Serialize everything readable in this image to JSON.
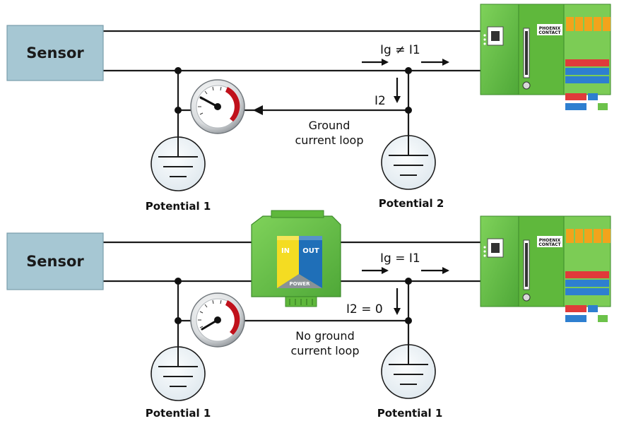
{
  "top_panel": {
    "sensor_label": "Sensor",
    "current_relation": "Ig ≠ I1",
    "branch_current": "I2",
    "loop_note_line1": "Ground",
    "loop_note_line2": "current loop",
    "potential_left": "Potential 1",
    "potential_right": "Potential 2"
  },
  "bottom_panel": {
    "sensor_label": "Sensor",
    "current_relation": "Ig = I1",
    "branch_current": "I2 = 0",
    "loop_note_line1": "No ground",
    "loop_note_line2": "current loop",
    "potential_left": "Potential 1",
    "potential_right": "Potential 1"
  },
  "isolator": {
    "in_label": "IN",
    "out_label": "OUT",
    "power_label": "POWER"
  },
  "controller": {
    "brand_line1": "PHOENIX",
    "brand_line2": "CONTACT"
  },
  "colors": {
    "sensor_fill": "#a6c7d3",
    "sensor_border": "#7a9eac",
    "module_green": "#6cc24a",
    "terminal_orange": "#f2a31c",
    "terminal_red": "#e03a3a",
    "terminal_blue": "#2e7fd0",
    "isolator_yellow": "#f4dc22",
    "isolator_blue": "#1f6fb8",
    "isolator_gray": "#8a9296",
    "gauge_red": "#c0111b"
  }
}
